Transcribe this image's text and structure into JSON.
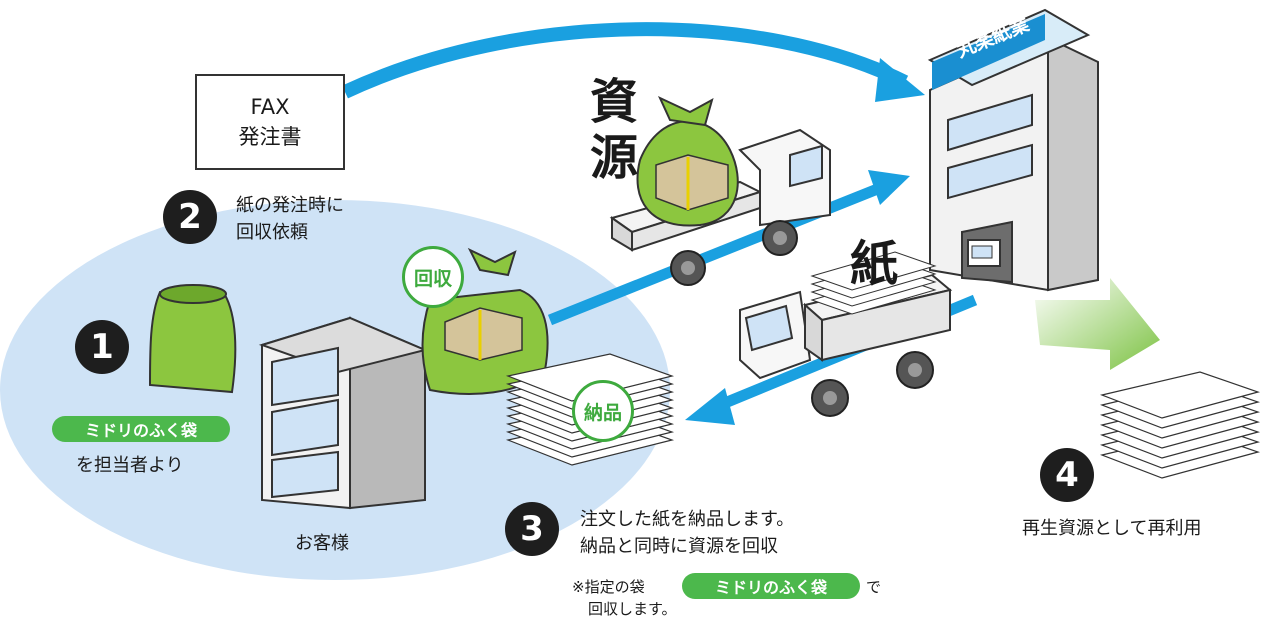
{
  "fax": {
    "line1": "FAX",
    "line2": "発注書"
  },
  "steps": [
    {
      "number": "1",
      "pill": "ミドリのふく袋",
      "caption": "を担当者より"
    },
    {
      "number": "2",
      "line1": "紙の発注時に",
      "line2": "回収依頼"
    },
    {
      "number": "3",
      "line1": "注文した紙を納品します。",
      "line2": "納品と同時に資源を回収",
      "note_prefix": "※指定の袋",
      "note_pill": "ミドリのふく袋",
      "note_suffix": "で",
      "note_line2": "回収します。"
    },
    {
      "number": "4",
      "caption": "再生資源として再利用"
    }
  ],
  "customer_label": "お客様",
  "company_sign": "丸楽紙業",
  "badges": {
    "collect": "回収",
    "deliver": "納品"
  },
  "truck_labels": {
    "resource_line1": "資",
    "resource_line2": "源",
    "paper": "紙"
  },
  "colors": {
    "bag_green": "#8cc63f",
    "arrow_blue": "#1aa0e0",
    "bubble_blue": "#cfe3f6",
    "pill_green": "#4cb84c"
  }
}
